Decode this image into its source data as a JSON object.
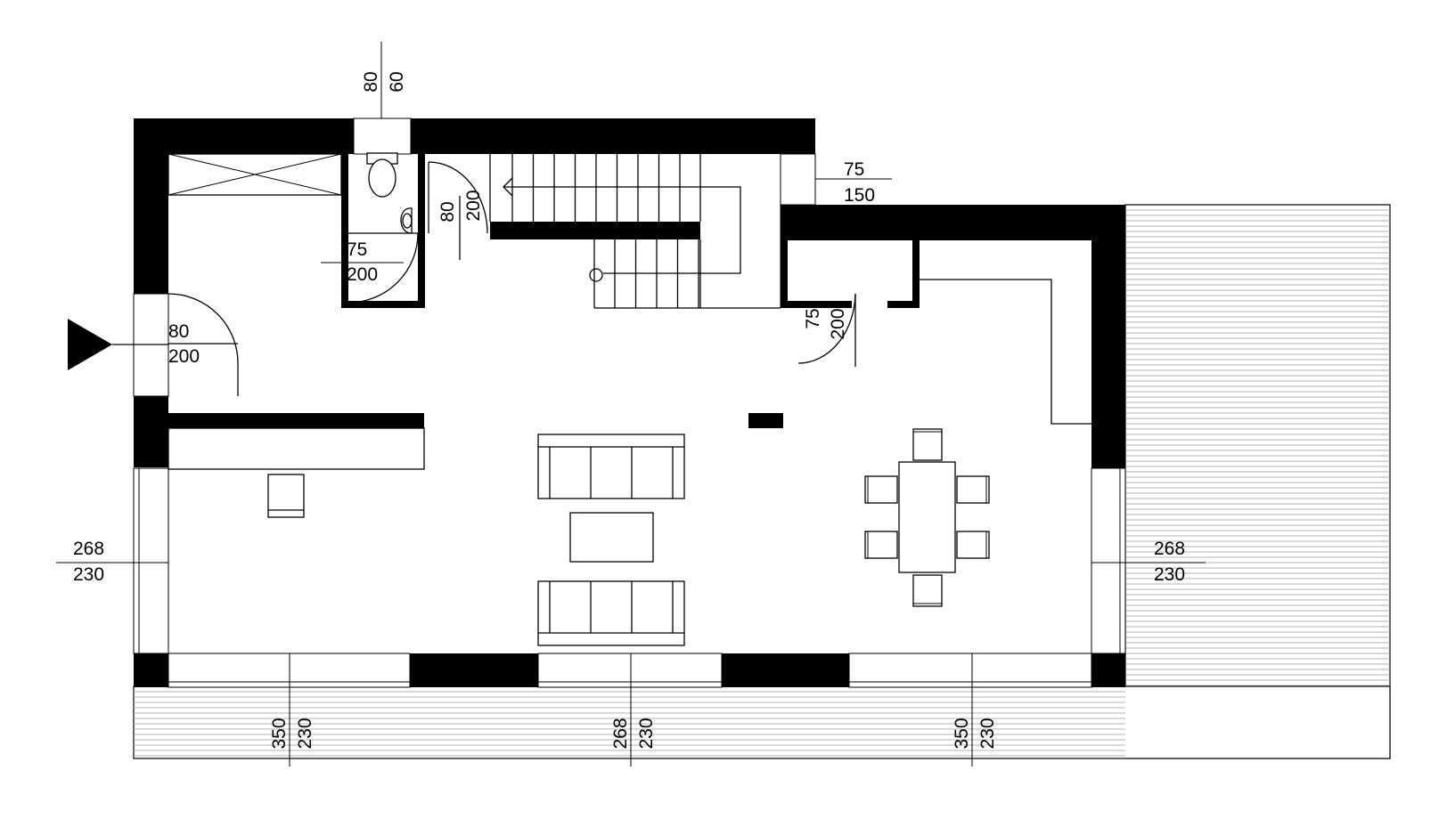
{
  "openings": {
    "top_vent": {
      "top": "80",
      "bottom": "60"
    },
    "top_right_window": {
      "top": "75",
      "bottom": "150"
    },
    "wc_door": {
      "top": "75",
      "bottom": "200"
    },
    "stair_door": {
      "top": "80",
      "bottom": "200"
    },
    "entrance_door": {
      "top": "80",
      "bottom": "200"
    },
    "pantry_door": {
      "top": "75",
      "bottom": "200"
    },
    "left_window": {
      "top": "268",
      "bottom": "230"
    },
    "right_window": {
      "top": "268",
      "bottom": "230"
    },
    "bottom_window_1": {
      "top": "350",
      "bottom": "230"
    },
    "bottom_window_2": {
      "top": "268",
      "bottom": "230"
    },
    "bottom_window_3": {
      "top": "350",
      "bottom": "230"
    }
  }
}
